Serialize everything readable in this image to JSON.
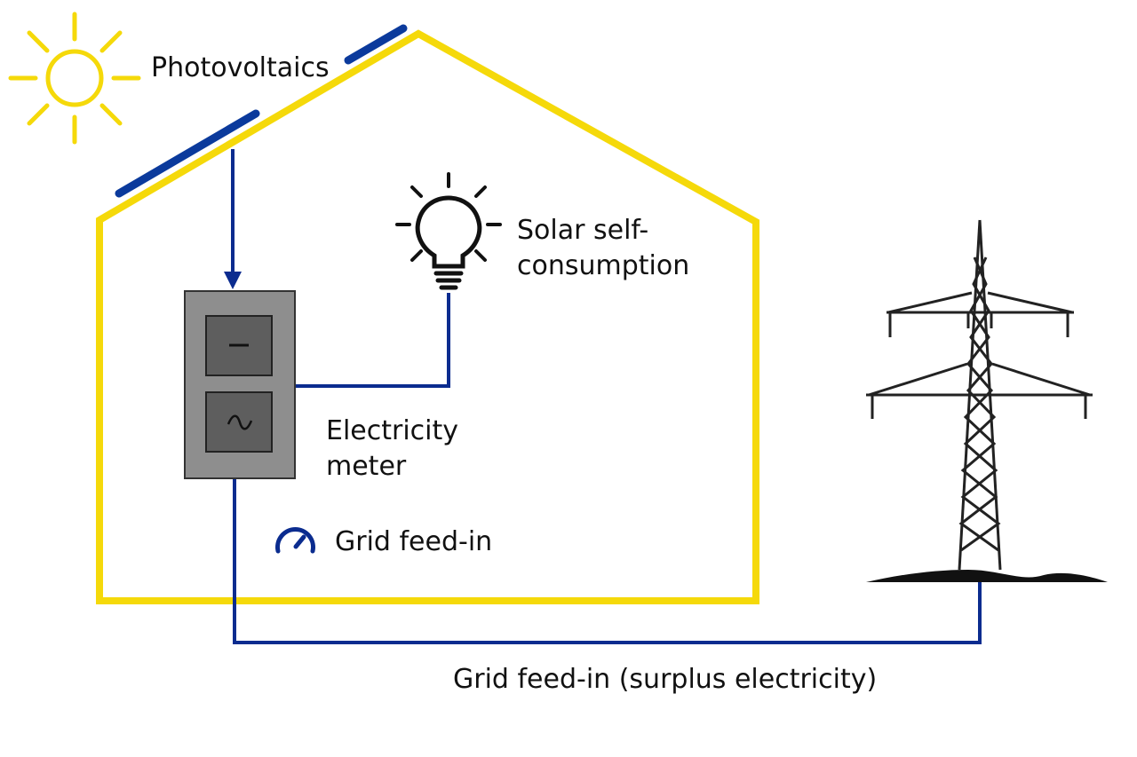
{
  "labels": {
    "photovoltaics": "Photovoltaics",
    "self_consumption_line1": "Solar self-",
    "self_consumption_line2": "consumption",
    "meter_line1": "Electricity",
    "meter_line2": "meter",
    "grid_feed_in": "Grid feed-in",
    "grid_feed_in_surplus": "Grid feed-in (surplus electricity)"
  },
  "meter": {
    "dc_symbol": "–",
    "ac_symbol": "~"
  },
  "colors": {
    "house_outline": "#F5D90A",
    "sun": "#F5D90A",
    "wire": "#0B2C8F",
    "solar_panel": "#0B3A9C",
    "meter_body": "#8E8E8E",
    "meter_display": "#5E5E5E",
    "pylon": "#222222",
    "text": "#111111"
  },
  "icons": {
    "sun": "sun-icon",
    "light_bulb": "light-bulb-icon",
    "gauge": "gauge-icon",
    "pylon": "power-pylon-icon",
    "meter": "electricity-meter-icon"
  }
}
